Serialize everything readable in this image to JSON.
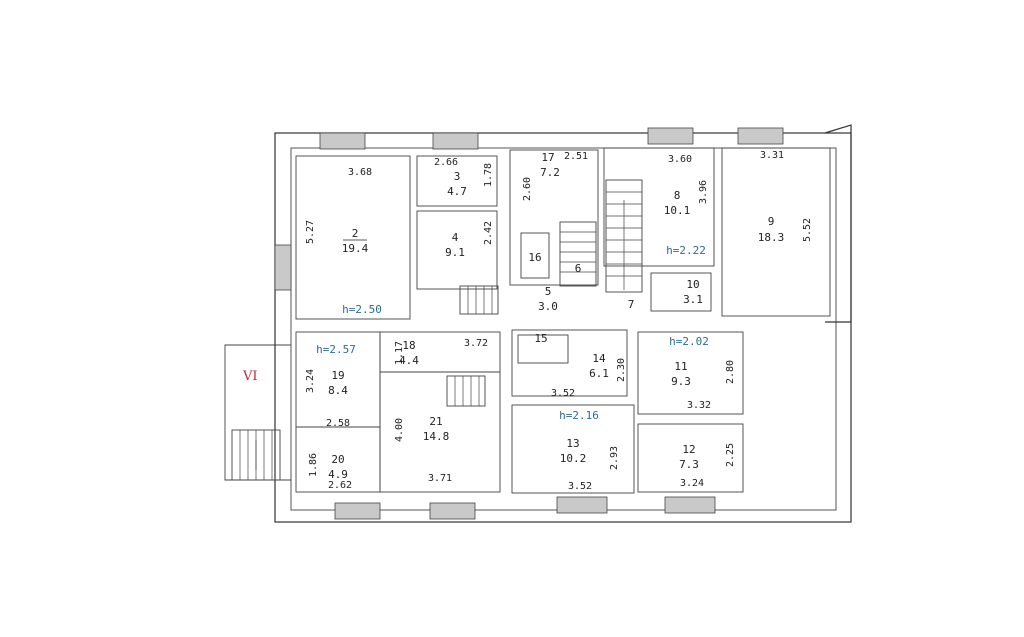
{
  "section_label": "VI",
  "colors": {
    "wall": "#333333",
    "window": "#c9c9c9",
    "height_label": "#2c6c92",
    "section_label": "#b03030"
  },
  "rooms": [
    {
      "num": "2",
      "area": "19.4"
    },
    {
      "num": "3",
      "area": "4.7"
    },
    {
      "num": "4",
      "area": "9.1"
    },
    {
      "num": "5",
      "area": "3.0"
    },
    {
      "num": "6",
      "area": ""
    },
    {
      "num": "7",
      "area": ""
    },
    {
      "num": "8",
      "area": "10.1"
    },
    {
      "num": "9",
      "area": "18.3"
    },
    {
      "num": "10",
      "area": "3.1"
    },
    {
      "num": "11",
      "area": "9.3"
    },
    {
      "num": "12",
      "area": "7.3"
    },
    {
      "num": "13",
      "area": "10.2"
    },
    {
      "num": "14",
      "area": "6.1"
    },
    {
      "num": "15",
      "area": ""
    },
    {
      "num": "16",
      "area": ""
    },
    {
      "num": "17",
      "area": "7.2"
    },
    {
      "num": "18",
      "area": "4.4"
    },
    {
      "num": "19",
      "area": "8.4"
    },
    {
      "num": "20",
      "area": "4.9"
    },
    {
      "num": "21",
      "area": "14.8"
    }
  ],
  "dimensions": [
    "3.68",
    "5.27",
    "2.66",
    "1.78",
    "2.42",
    "2.51",
    "2.60",
    "3.60",
    "3.96",
    "3.31",
    "5.52",
    "1.17",
    "3.72",
    "3.24",
    "2.58",
    "1.86",
    "2.62",
    "4.00",
    "3.71",
    "2.30",
    "3.52",
    "2.80",
    "3.32",
    "2.93",
    "3.52",
    "2.25",
    "3.24"
  ],
  "heights": [
    "h=2.50",
    "h=2.22",
    "h=2.57",
    "h=2.02",
    "h=2.16"
  ]
}
